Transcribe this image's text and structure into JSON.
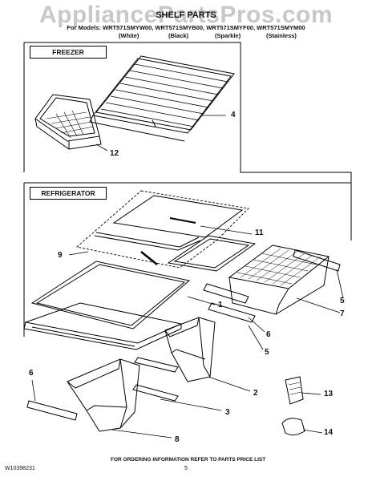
{
  "watermark": "AppliancePartsPros.com",
  "header": {
    "title": "SHELF PARTS",
    "models_line": "For Models: WRT571SMYW00, WRT571SMYB00, WRT571SMYF00, WRT571SMYM00",
    "variants": [
      "(White)",
      "(Black)",
      "(Sparkle)",
      "(Stainless)"
    ]
  },
  "sections": {
    "freezer": "FREEZER",
    "refrigerator": "REFRIGERATOR"
  },
  "callouts": [
    "4",
    "12",
    "11",
    "9",
    "5",
    "7",
    "1",
    "6",
    "5",
    "2",
    "6",
    "3",
    "8",
    "13",
    "14"
  ],
  "footer": {
    "doc_number": "W10398231",
    "ordering_info": "FOR ORDERING INFORMATION REFER TO PARTS PRICE LIST",
    "page_number": "5"
  }
}
